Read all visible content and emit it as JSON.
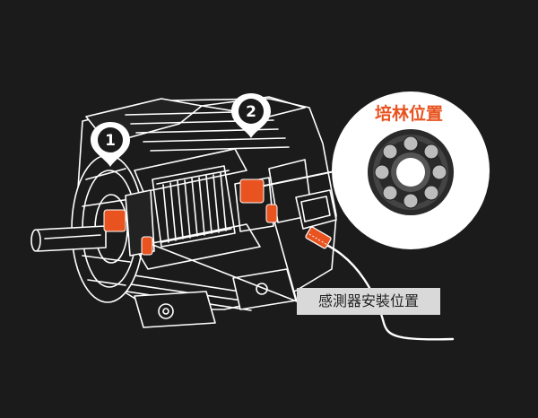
{
  "bearing_callout": {
    "title": "培林位置"
  },
  "sensor_callout": {
    "label": "感測器安裝位置"
  },
  "markers": [
    {
      "number": "1"
    },
    {
      "number": "2"
    }
  ],
  "colors": {
    "background": "#1b1b1b",
    "accent": "#e8531f",
    "line": "#ffffff",
    "label_bg": "#d9d9d9"
  }
}
